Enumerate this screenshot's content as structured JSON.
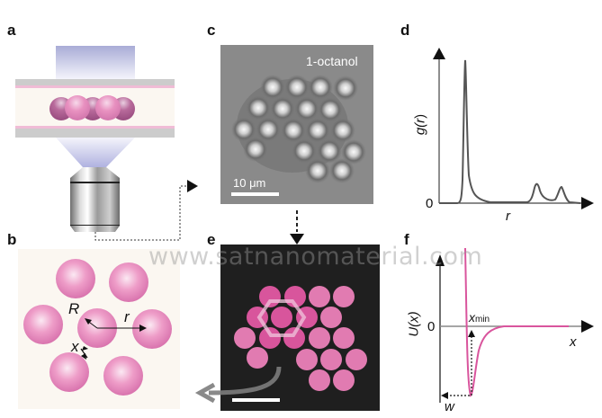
{
  "figure": {
    "panels": [
      {
        "id": "a",
        "label": "a",
        "description": "Schematic of colloidal spheres confined between two plates, illuminated from above and viewed through microscope objective"
      },
      {
        "id": "b",
        "label": "b",
        "description": "Top view of hexagonally arranged spheres",
        "annotations": {
          "radius": "R",
          "distance": "r",
          "gap": "x"
        }
      },
      {
        "id": "c",
        "label": "c",
        "description": "Microscope image of colloidal crystal",
        "medium": "1-octanol",
        "scalebar": "10 μm"
      },
      {
        "id": "d",
        "label": "d",
        "description": "Radial distribution function"
      },
      {
        "id": "e",
        "label": "e",
        "description": "Particle tracking reconstruction with hexagon highlight"
      },
      {
        "id": "f",
        "label": "f",
        "description": "Pair interaction potential"
      }
    ],
    "watermark": "www.satnanomaterial.com",
    "colors": {
      "sphere_pink": "#e27fb4",
      "sphere_dark": "#b05a8f",
      "tracked_pink": "#e17bb1",
      "tracked_hex": "#d8559c",
      "potential_curve": "#d9559d",
      "gr_curve": "#555555",
      "image_bg_dark": "#1f1f1f",
      "image_bg_gray": "#8a8a8a",
      "panel_b_bg": "#fbf7f1"
    }
  },
  "chart_data": [
    {
      "panel": "d",
      "type": "line",
      "title": "",
      "xlabel": "r",
      "ylabel": "g(r)",
      "y_ticks": [
        "0"
      ],
      "grid": false,
      "series": [
        {
          "name": "g(r)",
          "x": [
            0,
            0.08,
            0.13,
            0.16,
            0.18,
            0.2,
            0.24,
            0.3,
            0.5,
            0.65,
            0.68,
            0.71,
            0.74,
            0.78,
            0.82,
            0.85,
            0.88,
            0.92,
            0.95
          ],
          "y": [
            0,
            0,
            0.02,
            1.0,
            0.4,
            0.1,
            0.03,
            0.01,
            0.0,
            0.01,
            0.08,
            0.14,
            0.07,
            0.03,
            0.04,
            0.1,
            0.04,
            0.01,
            0.0
          ]
        }
      ]
    },
    {
      "panel": "f",
      "type": "line",
      "title": "",
      "xlabel": "x",
      "ylabel": "U(x)",
      "y_ticks": [
        "0"
      ],
      "annotations": [
        "x_min",
        "w"
      ],
      "grid": false,
      "series": [
        {
          "name": "U(x)",
          "x": [
            0.18,
            0.2,
            0.22,
            0.24,
            0.26,
            0.28,
            0.32,
            0.38,
            0.45,
            0.55,
            1.0
          ],
          "y": [
            1.2,
            0.3,
            -0.5,
            -1.0,
            -0.8,
            -0.5,
            -0.22,
            -0.06,
            -0.01,
            0,
            0
          ]
        }
      ]
    }
  ],
  "text": {
    "c_medium": "1-octanol",
    "c_scalebar": "10 μm",
    "d_ylabel_g": "g(",
    "d_ylabel_r": "r",
    "d_ylabel_close": ")",
    "d_xlabel": "r",
    "d_zero": "0",
    "f_ylabel": "U(x)",
    "f_xlabel": "x",
    "f_zero": "0",
    "f_xmin_x": "x",
    "f_xmin_sub": "min",
    "f_w": "w",
    "b_R": "R",
    "b_r": "r",
    "b_x": "x"
  }
}
